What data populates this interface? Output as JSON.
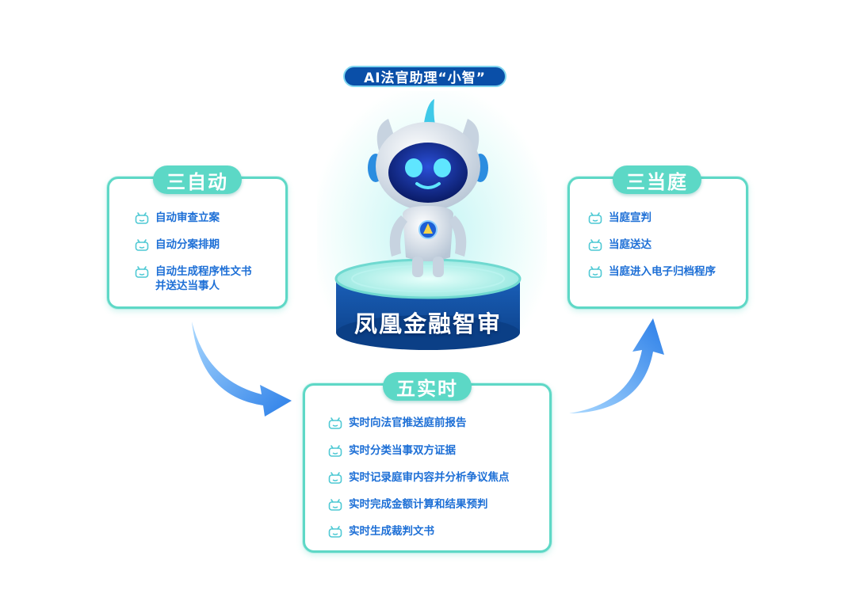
{
  "header": {
    "title": "AI法官助理“小智”"
  },
  "center": {
    "label": "凤凰金融智审"
  },
  "left_panel": {
    "title": "三自动",
    "items": [
      "自动审查立案",
      "自动分案排期",
      "自动生成程序性文书\n并送达当事人"
    ]
  },
  "right_panel": {
    "title": "三当庭",
    "items": [
      "当庭宣判",
      "当庭送达",
      "当庭进入电子归档程序"
    ]
  },
  "bottom_panel": {
    "title": "五实时",
    "items": [
      "实时向法官推送庭前报告",
      "实时分类当事双方证据",
      "实时记录庭审内容并分析争议焦点",
      "实时完成金额计算和结果预判",
      "实时生成裁判文书"
    ]
  },
  "colors": {
    "panel_border": "#5ed8c6",
    "item_text": "#1d6fd6",
    "header_bg": "#0a4fa8",
    "arrow": "#3b8ef0"
  },
  "icons": {
    "bullet": "robot-head-icon"
  }
}
